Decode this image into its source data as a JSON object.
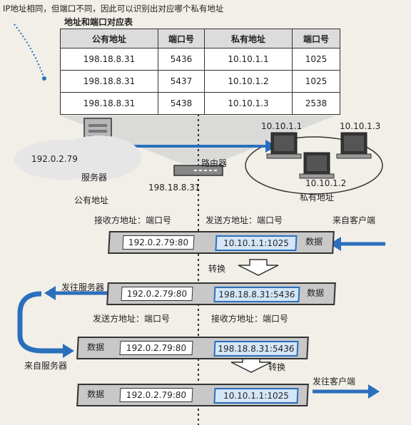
{
  "callout": "IP地址相同，但端口不同，因此可以识别出对应哪个私有地址",
  "table": {
    "title": "地址和端口对应表",
    "headers": [
      "公有地址",
      "端口号",
      "私有地址",
      "端口号"
    ],
    "rows": [
      [
        "198.18.8.31",
        "5436",
        "10.10.1.1",
        "1025"
      ],
      [
        "198.18.8.31",
        "5437",
        "10.10.1.2",
        "1025"
      ],
      [
        "198.18.8.31",
        "5438",
        "10.10.1.3",
        "2538"
      ]
    ]
  },
  "network": {
    "server_ip": "192.0.2.79",
    "server_label": "服务器",
    "public_label": "公有地址",
    "router_label": "路由器",
    "router_ip": "198.18.8.31",
    "private_label": "私有地址",
    "client_ips": [
      "10.10.1.1",
      "10.10.1.3",
      "10.10.1.2"
    ]
  },
  "flow": {
    "recv_label": "接收方地址：端口号",
    "send_label": "发送方地址：端口号",
    "from_client": "来自客户端",
    "convert": "转换",
    "to_server": "发往服务器",
    "from_server": "来自服务器",
    "to_client": "发往客户端",
    "data": "数据",
    "packets": [
      {
        "a": "192.0.2.79:80",
        "b": "10.10.1.1:1025"
      },
      {
        "a": "192.0.2.79:80",
        "b": "198.18.8.31:5436"
      },
      {
        "a": "192.0.2.79:80",
        "b": "198.18.8.31:5436"
      },
      {
        "a": "192.0.2.79:80",
        "b": "10.10.1.1:1025"
      }
    ]
  }
}
